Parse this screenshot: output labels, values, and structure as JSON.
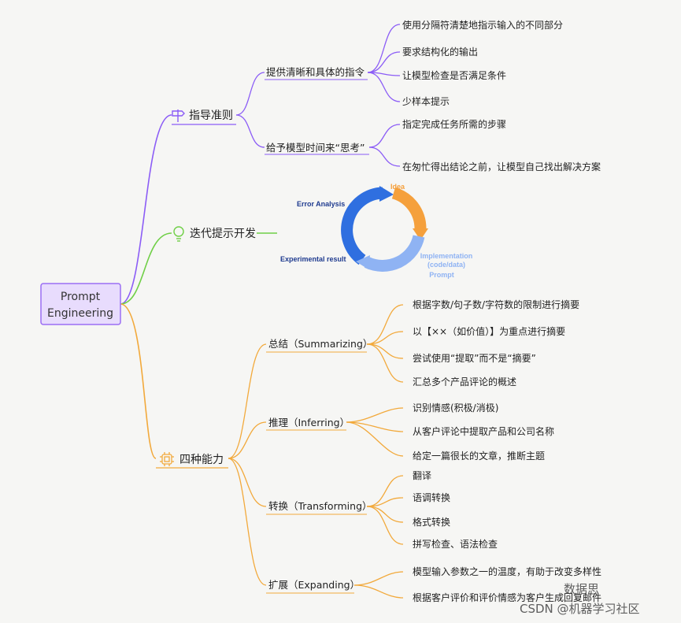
{
  "colors": {
    "background": "#f6f6f4",
    "purple": "#8b5cf6",
    "green": "#6fcf46",
    "orange": "#f2a93b",
    "root_fill": "#e8dcfd",
    "root_stroke": "#9b6ef3",
    "cycle_orange": "#f5a03c",
    "cycle_blue_light": "#8fb3f3",
    "cycle_blue_dark": "#2f6fe0"
  },
  "root": {
    "line1": "Prompt",
    "line2": "Engineering"
  },
  "branches": [
    {
      "label": "指导准则",
      "icon": "signpost-icon",
      "children": [
        {
          "label": "提供清晰和具体的指令",
          "leaves": [
            "使用分隔符清楚地指示输入的不同部分",
            "要求结构化的输出",
            "让模型检查是否满足条件",
            "少样本提示"
          ]
        },
        {
          "label": "给予模型时间来“思考”",
          "leaves": [
            "指定完成任务所需的步骤",
            "在匆忙得出结论之前，让模型自己找出解决方案"
          ]
        }
      ]
    },
    {
      "label": "迭代提示开发",
      "icon": "lightbulb-icon",
      "cycle": {
        "idea": "Idea",
        "implementation_line1": "Implementation",
        "implementation_line2": "(code/data)",
        "prompt": "Prompt",
        "experimental": "Experimental result",
        "error": "Error Analysis"
      }
    },
    {
      "label": "四种能力",
      "icon": "chip-icon",
      "children": [
        {
          "label": "总结（Summarizing）",
          "leaves": [
            "根据字数/句子数/字符数的限制进行摘要",
            "以【××（如价值）】为重点进行摘要",
            "尝试使用“提取”而不是“摘要”",
            "汇总多个产品评论的概述"
          ]
        },
        {
          "label": "推理（Inferring）",
          "leaves": [
            "识别情感(积极/消极)",
            "从客户评论中提取产品和公司名称",
            "给定一篇很长的文章，推断主题"
          ]
        },
        {
          "label": "转换（Transforming）",
          "leaves": [
            "翻译",
            "语调转换",
            "格式转换",
            "拼写检查、语法检查"
          ]
        },
        {
          "label": "扩展（Expanding）",
          "leaves": [
            "模型输入参数之一的温度，有助于改变多样性",
            "根据客户评价和评价情感为客户生成回复邮件"
          ]
        }
      ]
    }
  ],
  "watermark": {
    "line1": "数据思",
    "line2": "CSDN @机器学习社区"
  }
}
